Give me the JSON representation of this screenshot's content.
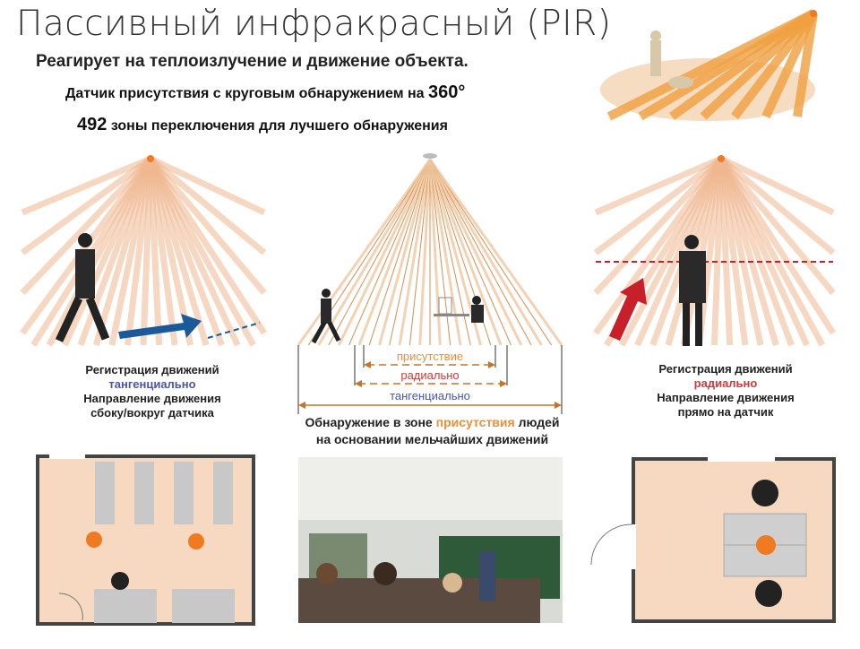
{
  "title": "Пассивный инфракрасный (PIR)",
  "subtitle": "Реагирует на теплоизлучение и движение объекта.",
  "line3": {
    "text": "Датчик присутствия с круговым обнаружением на ",
    "value": "360°"
  },
  "line4": {
    "value": "492",
    "text": " зоны переключения для лучшего обнаружения"
  },
  "left_caption": {
    "l1": "Регистрация движений",
    "l2": "тангенциально",
    "l3": "Направление движения",
    "l4": "сбоку/вокруг датчика"
  },
  "center_labels": {
    "presence": "присутствие",
    "radial": "радиально",
    "tangential": "тангенциально"
  },
  "center_caption": {
    "a": "Обнаружение в зоне ",
    "b": "присутствия",
    "c": " людей",
    "l2": "на основании мельчайших движений"
  },
  "right_caption": {
    "l1": "Регистрация движений",
    "l2": "радиально",
    "l3": "Направление движения",
    "l4": "прямо на датчик"
  },
  "colors": {
    "orange": "#e8903a",
    "sensor": "#f07a20",
    "floor": "#f6d9c0",
    "blue": "#1a5a9a",
    "red": "#c8202a"
  }
}
